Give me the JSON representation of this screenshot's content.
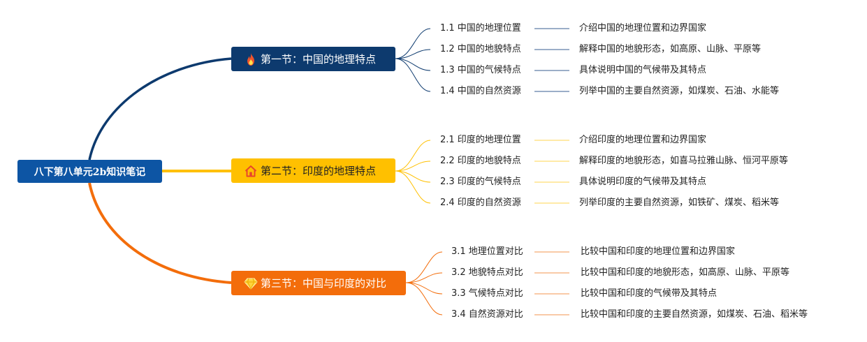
{
  "root": {
    "label": "八下第八单元2b知识笔记",
    "color": "#0d55a4"
  },
  "sections": [
    {
      "label": "第一节：中国的地理特点",
      "icon": "flame-icon",
      "color": "#0d3a6e",
      "topics": [
        {
          "label": "1.1 中国的地理位置",
          "desc": "介绍中国的地理位置和边界国家"
        },
        {
          "label": "1.2 中国的地貌特点",
          "desc": "解释中国的地貌形态，如高原、山脉、平原等"
        },
        {
          "label": "1.3 中国的气候特点",
          "desc": "具体说明中国的气候带及其特点"
        },
        {
          "label": "1.4 中国的自然资源",
          "desc": "列举中国的主要自然资源，如煤炭、石油、水能等"
        }
      ]
    },
    {
      "label": "第二节：印度的地理特点",
      "icon": "house-icon",
      "color": "#ffc000",
      "topics": [
        {
          "label": "2.1 印度的地理位置",
          "desc": "介绍印度的地理位置和边界国家"
        },
        {
          "label": "2.2 印度的地貌特点",
          "desc": "解释印度的地貌形态，如喜马拉雅山脉、恒河平原等"
        },
        {
          "label": "2.3 印度的气候特点",
          "desc": "具体说明印度的气候带及其特点"
        },
        {
          "label": "2.4 印度的自然资源",
          "desc": "列举印度的主要自然资源，如铁矿、煤炭、稻米等"
        }
      ]
    },
    {
      "label": "第三节：中国与印度的对比",
      "icon": "diamond-icon",
      "color": "#f36d0b",
      "topics": [
        {
          "label": "3.1 地理位置对比",
          "desc": "比较中国和印度的地理位置和边界国家"
        },
        {
          "label": "3.2 地貌特点对比",
          "desc": "比较中国和印度的地貌形态，如高原、山脉、平原等"
        },
        {
          "label": "3.3 气候特点对比",
          "desc": "比较中国和印度的气候带及其特点"
        },
        {
          "label": "3.4 自然资源对比",
          "desc": "比较中国和印度的主要自然资源，如煤炭、石油、稻米等"
        }
      ]
    }
  ]
}
